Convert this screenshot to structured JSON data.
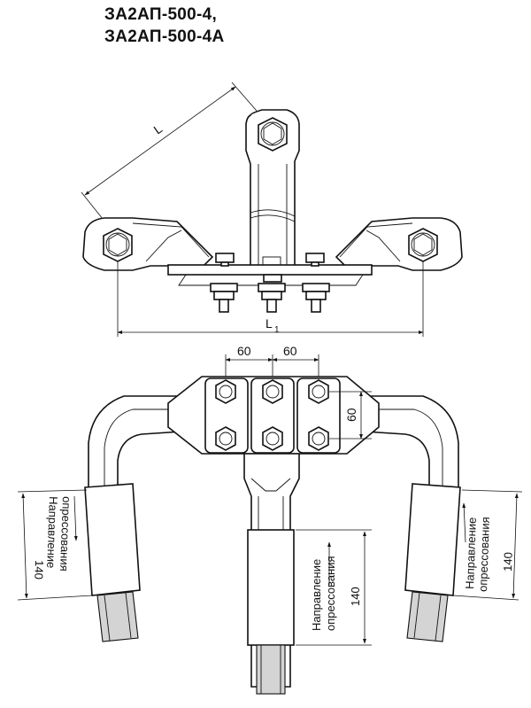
{
  "title": {
    "line1": "ЗА2АП-500-4,",
    "line2": "ЗА2АП-500-4А"
  },
  "dimensions": {
    "L": "L",
    "L1": "L",
    "L1_sub": "1",
    "spacing_left": "60",
    "spacing_right": "60",
    "spacing_vertical": "60",
    "press_length_left": "140",
    "press_length_center": "140",
    "press_length_right": "140"
  },
  "labels": {
    "press_dir_line1": "Направление",
    "press_dir_line2": "опрессования"
  }
}
